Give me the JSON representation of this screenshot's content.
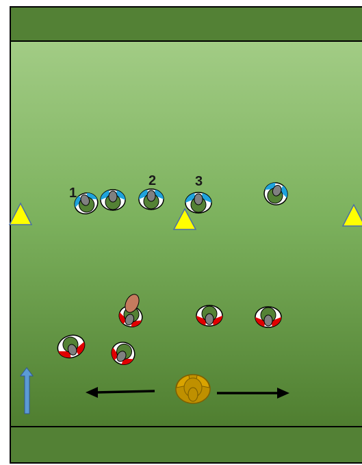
{
  "pitch": {
    "colors": {
      "endzone": "#538135",
      "field_light": "#A9D18E",
      "field_dark": "#548235",
      "border": "#000000",
      "cone": "#FFFF00",
      "cone_outline": "#4A6FA5",
      "attack_team": "#1FA3DC",
      "defense_team": "#E00000",
      "head": "#808080",
      "ball": "#C57B5E",
      "coach": "#BF9000",
      "arrow": "#000000",
      "direction_arrow": "#5B9BD5"
    }
  },
  "labels": {
    "player_1": "1",
    "player_2": "2",
    "player_3": "3"
  },
  "legend": {
    "direction_icon": "up-arrow-icon"
  }
}
